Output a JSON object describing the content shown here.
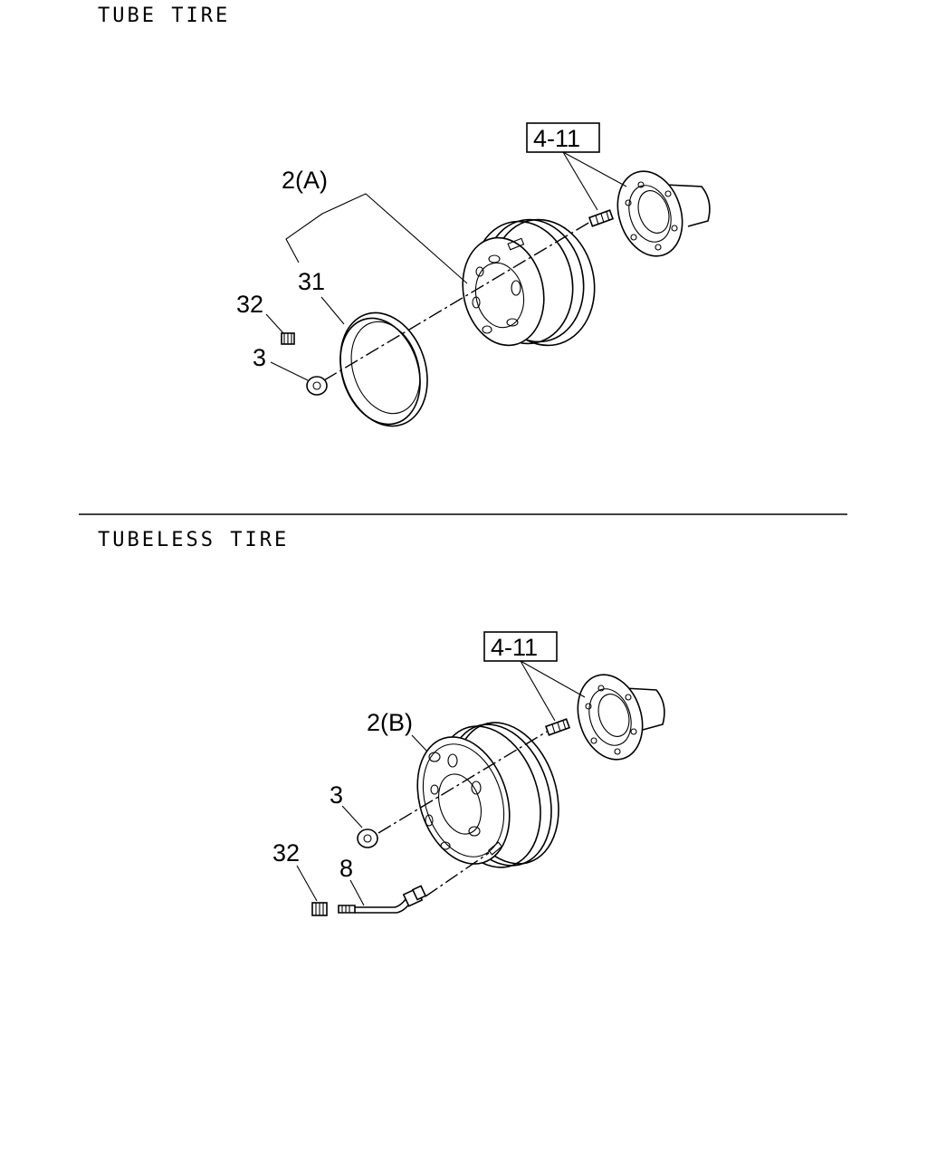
{
  "sections": {
    "tube": {
      "title": "TUBE TIRE",
      "callouts": {
        "ref_box": "4-11",
        "wheel": "2(A)",
        "flap": "31",
        "nut_small": "32",
        "nut": "3"
      }
    },
    "tubeless": {
      "title": "TUBELESS TIRE",
      "callouts": {
        "ref_box": "4-11",
        "wheel": "2(B)",
        "nut": "3",
        "nut_small": "32",
        "valve": "8"
      }
    }
  }
}
